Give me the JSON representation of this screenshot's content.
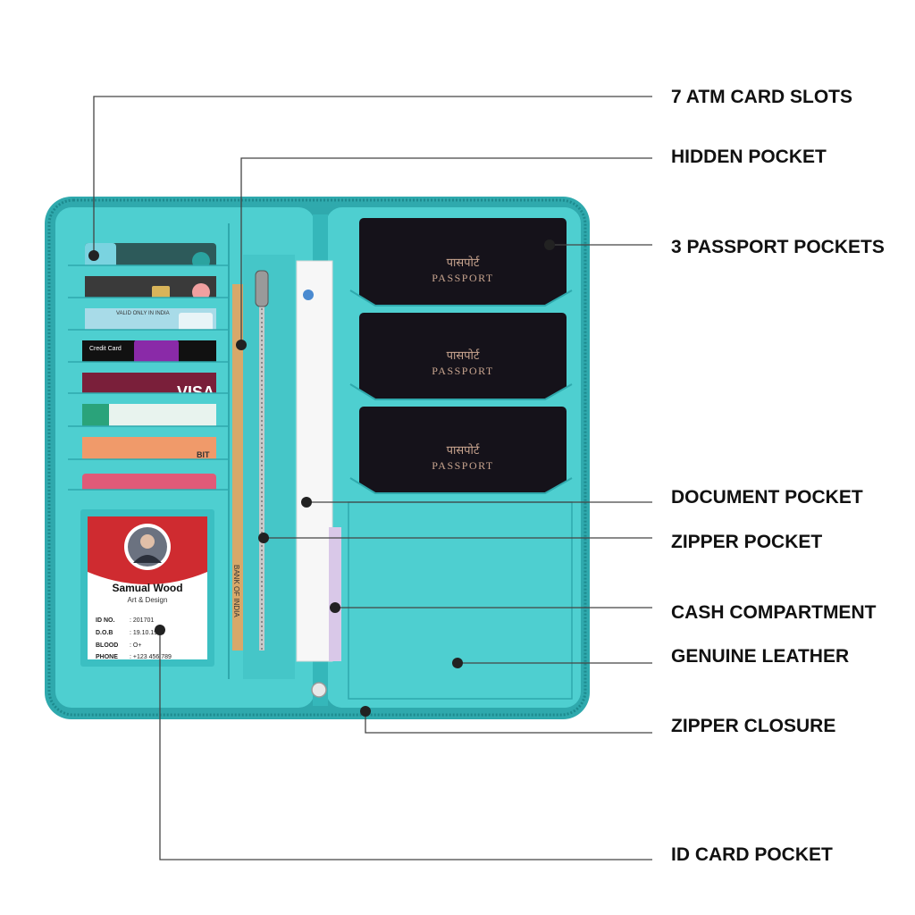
{
  "colors": {
    "leather": "#4ecfd0",
    "leather_dark": "#2fa9ad",
    "leather_light": "#7fe0e0",
    "passport": "#15121a",
    "passport_text": "#c9a58f",
    "line": "#444444",
    "label": "#111111"
  },
  "labels": {
    "atm_slots": "7 ATM CARD SLOTS",
    "hidden_pocket": "HIDDEN POCKET",
    "passport_pockets": "3 PASSPORT POCKETS",
    "document_pocket": "DOCUMENT POCKET",
    "zipper_pocket": "ZIPPER POCKET",
    "cash_compartment": "CASH COMPARTMENT",
    "genuine_leather": "GENUINE LEATHER",
    "zipper_closure": "ZIPPER CLOSURE",
    "id_card_pocket": "ID CARD POCKET"
  },
  "passport": {
    "title_hindi": "पासपोर्ट",
    "title": "PASSPORT"
  },
  "cards": {
    "valid_india": "VALID ONLY IN INDIA",
    "credit_card": "Credit Card",
    "visa": "VISA",
    "bit": "BIT"
  },
  "bank_note": "BANK OF INDIA",
  "id_card": {
    "name": "Samual Wood",
    "role": "Art & Design",
    "rows": [
      {
        "key": "ID NO.",
        "value": ": 201701"
      },
      {
        "key": "D.O.B",
        "value": ": 19.10.1988"
      },
      {
        "key": "BLOOD",
        "value": ": O+"
      },
      {
        "key": "PHONE",
        "value": ": +123 456 789"
      }
    ]
  }
}
